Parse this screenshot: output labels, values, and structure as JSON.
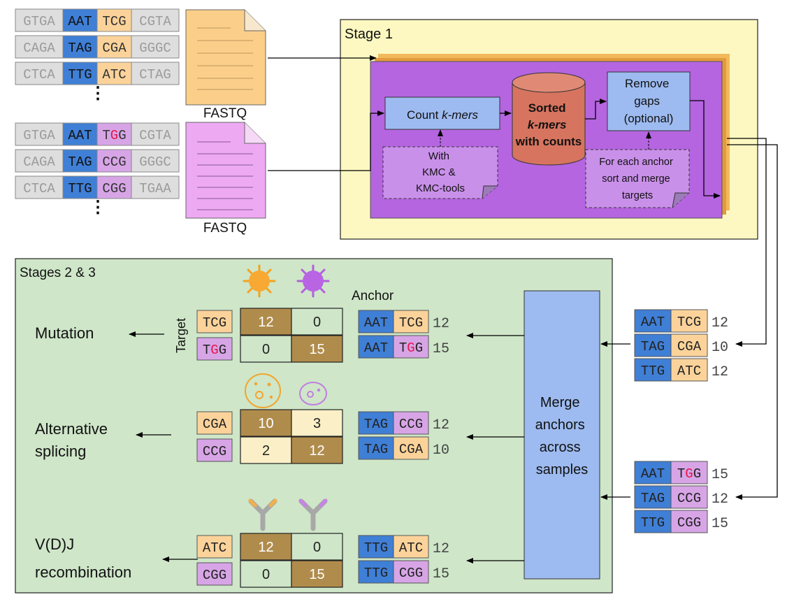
{
  "reads": {
    "sample1": [
      [
        "GTGA",
        "AAT",
        "TCG",
        "CGTA"
      ],
      [
        "CAGA",
        "TAG",
        "CGA",
        "GGGC"
      ],
      [
        "CTCA",
        "TTG",
        "ATC",
        "CTAG"
      ]
    ],
    "sample2": [
      [
        "GTGA",
        "AAT",
        "TGG",
        "CGTA"
      ],
      [
        "CAGA",
        "TAG",
        "CCG",
        "GGGC"
      ],
      [
        "CTCA",
        "TTG",
        "CGG",
        "TGAA"
      ]
    ],
    "ellipsis": "⋮"
  },
  "fastq_label": "FASTQ",
  "stage1": {
    "label": "Stage 1",
    "count_kmers": "Count k-mers",
    "with_kmc": [
      "With",
      "KMC &",
      "KMC-tools"
    ],
    "sorted_kmers": [
      "Sorted",
      "k-mers",
      "with counts"
    ],
    "remove_gaps": [
      "Remove",
      "gaps",
      "(optional)"
    ],
    "for_each_anchor": [
      "For each anchor",
      "sort and merge",
      "targets"
    ]
  },
  "stages23": {
    "label": "Stages 2 & 3",
    "anchor_label": "Anchor",
    "target_label": "Target",
    "merge_box": [
      "Merge",
      "anchors",
      "across",
      "samples"
    ],
    "rows": [
      {
        "event": [
          "Mutation"
        ],
        "targets": [
          "TCG",
          "TGG"
        ],
        "counts": [
          [
            12,
            0
          ],
          [
            0,
            15
          ]
        ],
        "anchors": [
          [
            "AAT",
            "TCG",
            "12"
          ],
          [
            "AAT",
            "TGG",
            "15"
          ]
        ]
      },
      {
        "event": [
          "Alternative",
          "splicing"
        ],
        "targets": [
          "CGA",
          "CCG"
        ],
        "counts": [
          [
            10,
            3
          ],
          [
            2,
            12
          ]
        ],
        "anchors": [
          [
            "TAG",
            "CCG",
            "12"
          ],
          [
            "TAG",
            "CGA",
            "10"
          ]
        ]
      },
      {
        "event": [
          "V(D)J",
          "recombination"
        ],
        "targets": [
          "ATC",
          "CGG"
        ],
        "counts": [
          [
            12,
            0
          ],
          [
            0,
            15
          ]
        ],
        "anchors": [
          [
            "TTG",
            "ATC",
            "12"
          ],
          [
            "TTG",
            "CGG",
            "15"
          ]
        ]
      }
    ]
  },
  "kmer_lists": {
    "sample1": [
      [
        "AAT",
        "TCG",
        "12"
      ],
      [
        "TAG",
        "CGA",
        "10"
      ],
      [
        "TTG",
        "ATC",
        "12"
      ]
    ],
    "sample2": [
      [
        "AAT",
        "TGG",
        "15"
      ],
      [
        "TAG",
        "CCG",
        "12"
      ],
      [
        "TTG",
        "CGG",
        "15"
      ]
    ]
  },
  "colors": {
    "anchor_blue": "#3f7fd6",
    "target_orange": "#fbd39a",
    "target_purple": "#d7a5e6",
    "read_gray": "#dedede",
    "mutation_red": "#e8154b",
    "stage1_bg": "#fdf8c1",
    "stage1_purple": "#b565e0",
    "stage23_bg": "#cfe6c9",
    "box_blue": "#9dbbf0",
    "cylinder": "#d6745f",
    "count_high": "#b08c4c",
    "count_low": "#fbefc7"
  }
}
